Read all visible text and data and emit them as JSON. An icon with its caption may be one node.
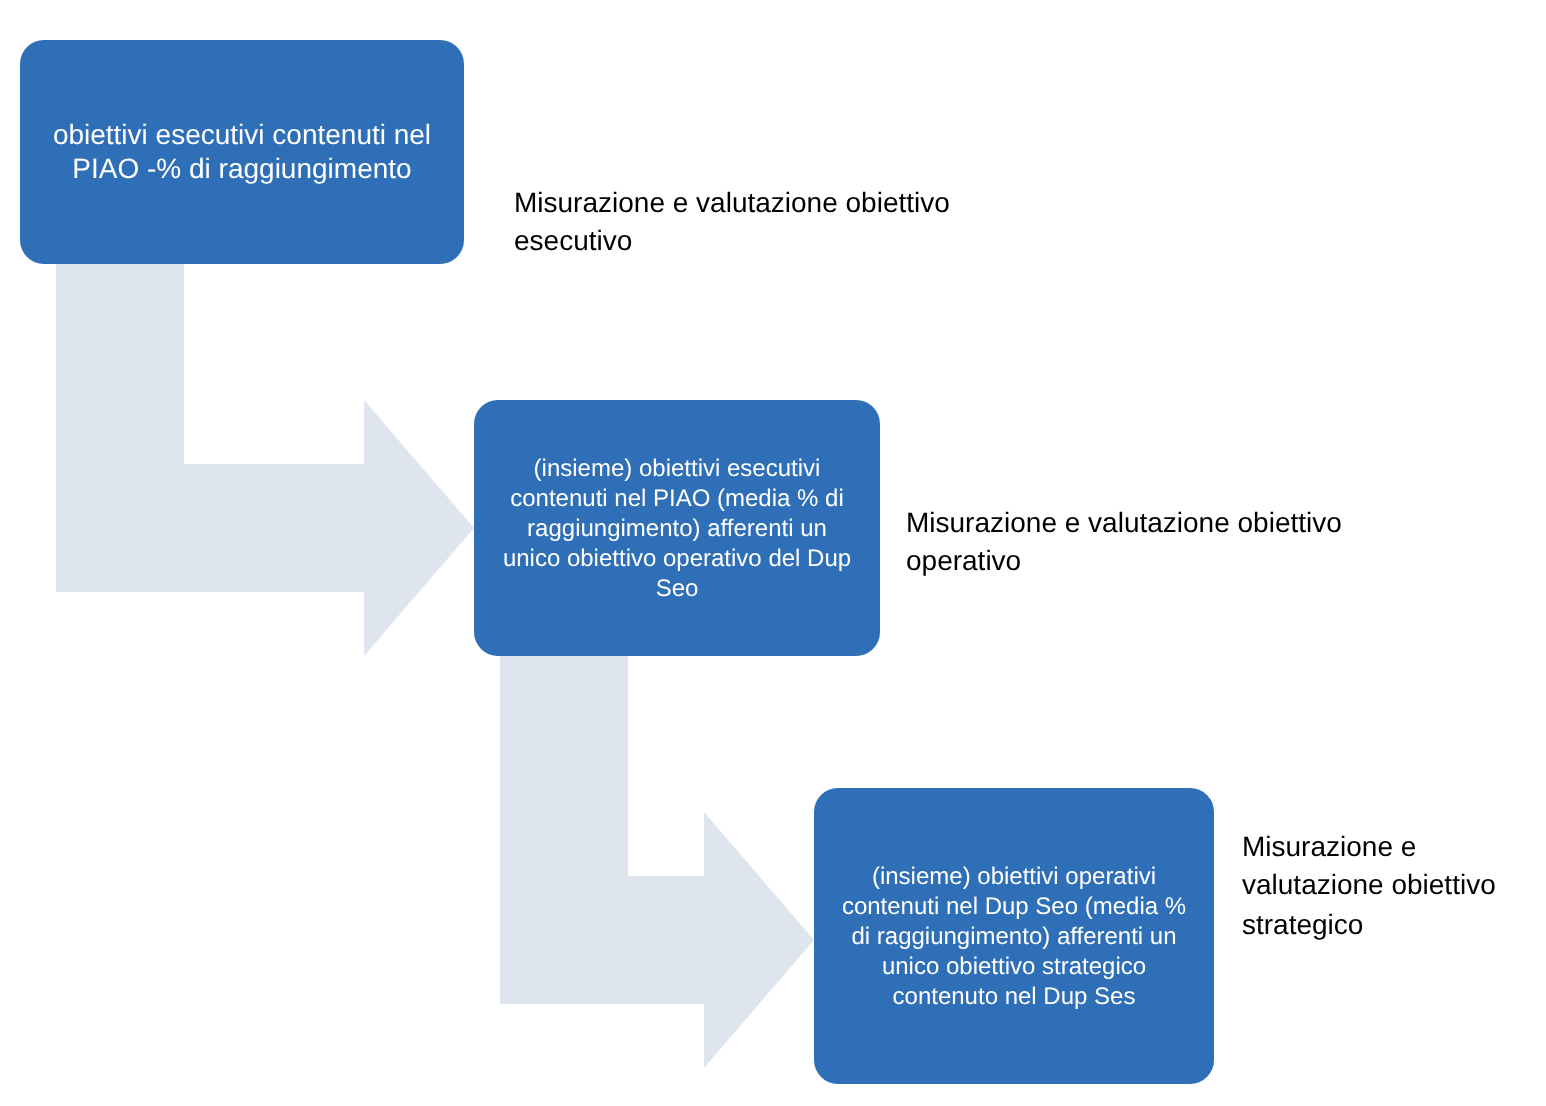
{
  "diagram": {
    "nodes": [
      {
        "text": [
          "obiettivi esecutivi contenuti nel PIAO -% di raggiungimento"
        ],
        "beside": [
          "Misurazione e valutazione obiettivo esecutivo"
        ]
      },
      {
        "text": [
          "(insieme) obiettivi esecutivi contenuti nel PIAO (media % di raggiungimento) afferenti un unico obiettivo operativo del Dup Seo"
        ],
        "beside": [
          "Misurazione e valutazione obiettivo operativo"
        ]
      },
      {
        "text": [
          "(insieme) obiettivi operativi contenuti nel Dup Seo (media % di raggiungimento) afferenti un unico obiettivo strategico contenuto nel Dup Ses"
        ],
        "beside": [
          "Misurazione e valutazione obiettivo strategico"
        ]
      }
    ],
    "edges": [
      {
        "from": 0,
        "to": 1,
        "arrow": "to"
      },
      {
        "from": 1,
        "to": 2,
        "arrow": "to"
      }
    ]
  }
}
